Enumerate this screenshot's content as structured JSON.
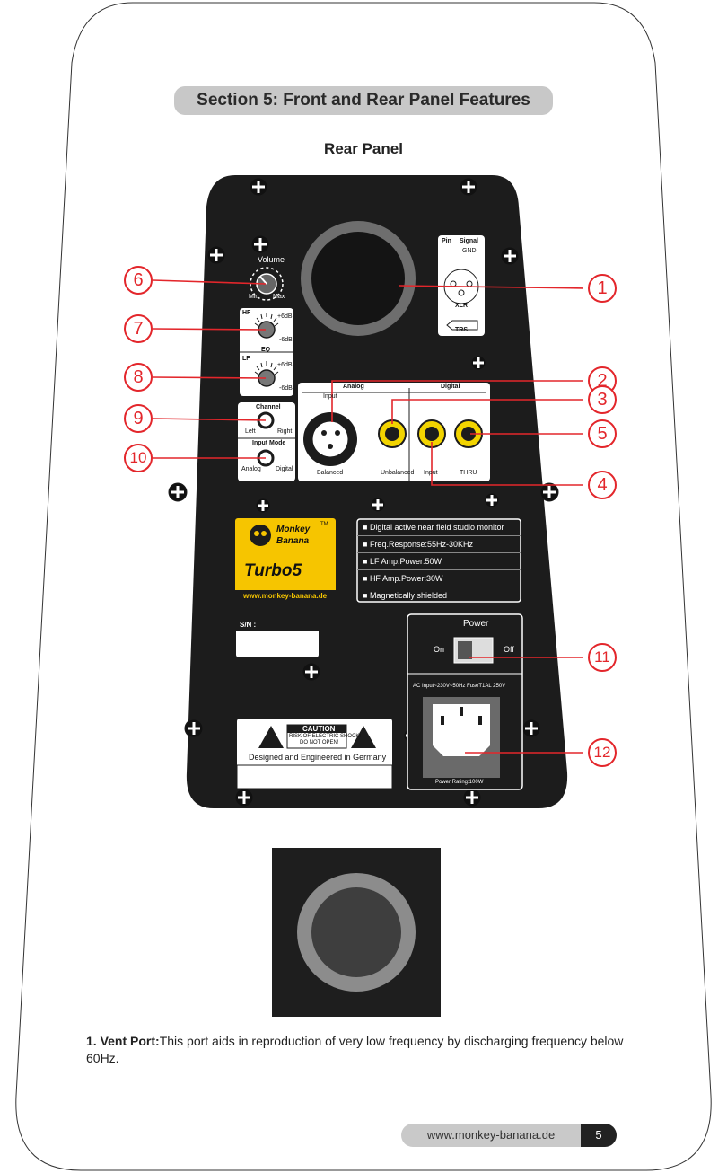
{
  "section_title": "Section 5: Front and Rear Panel Features",
  "rear_title": "Rear Panel",
  "panel": {
    "volume_label": "Volume",
    "min_label": "Min",
    "max_label": "Max",
    "hf_label": "HF",
    "lf_label": "LF",
    "eq_label": "EQ",
    "plus6": "+6dB",
    "minus6": "-6dB",
    "channel_label": "Channel",
    "left_label": "Left",
    "right_label": "Right",
    "input_mode_label": "Input Mode",
    "analog_label": "Analog",
    "digital_label": "Digital",
    "pin_label": "Pin",
    "signal_label": "Signal",
    "gnd_label": "GND",
    "xlr_label": "XLR",
    "trs_label": "TRS",
    "analog_section": "Analog",
    "digital_section": "Digital",
    "input_label": "Input",
    "balanced_label": "Balanced",
    "unbalanced_label": "Unbalanced",
    "digital_input_label": "Input",
    "thru_label": "THRU",
    "logo_line1": "Monkey",
    "logo_line2": "Banana",
    "logo_tm": "TM",
    "turbo_label": "Turbo5",
    "logo_url": "www.monkey-banana.de",
    "sn_label": "S/N :",
    "specs": [
      "Digital active near field studio monitor",
      "Freq.Response:55Hz-30KHz",
      "LF Amp.Power:50W",
      "HF Amp.Power:30W",
      "Magnetically shielded"
    ],
    "power_label": "Power",
    "on_label": "On",
    "off_label": "Off",
    "ac_input": "AC Input~230V~50Hz FuseT1AL 250V",
    "power_rating": "Power Rating:100W",
    "caution_label": "CAUTION",
    "caution_line1": "RISK OF ELECTRIC SHOCK!",
    "caution_line2": "DO NOT OPEN!",
    "designed_label": "Designed and Engineered in Germany"
  },
  "callouts": [
    "1",
    "2",
    "3",
    "4",
    "5",
    "6",
    "7",
    "8",
    "9",
    "10",
    "11",
    "12"
  ],
  "description": {
    "number": "1.",
    "term": "Vent Port:",
    "text": "This port aids in reproduction of very low frequency by discharging frequency below 60Hz."
  },
  "footer": {
    "url": "www.monkey-banana.de",
    "page": "5"
  },
  "colors": {
    "callout_red": "#e3262b",
    "panel_black": "#1a1a1a",
    "jack_yellow": "#f2d400",
    "logo_yellow": "#f6c500"
  }
}
